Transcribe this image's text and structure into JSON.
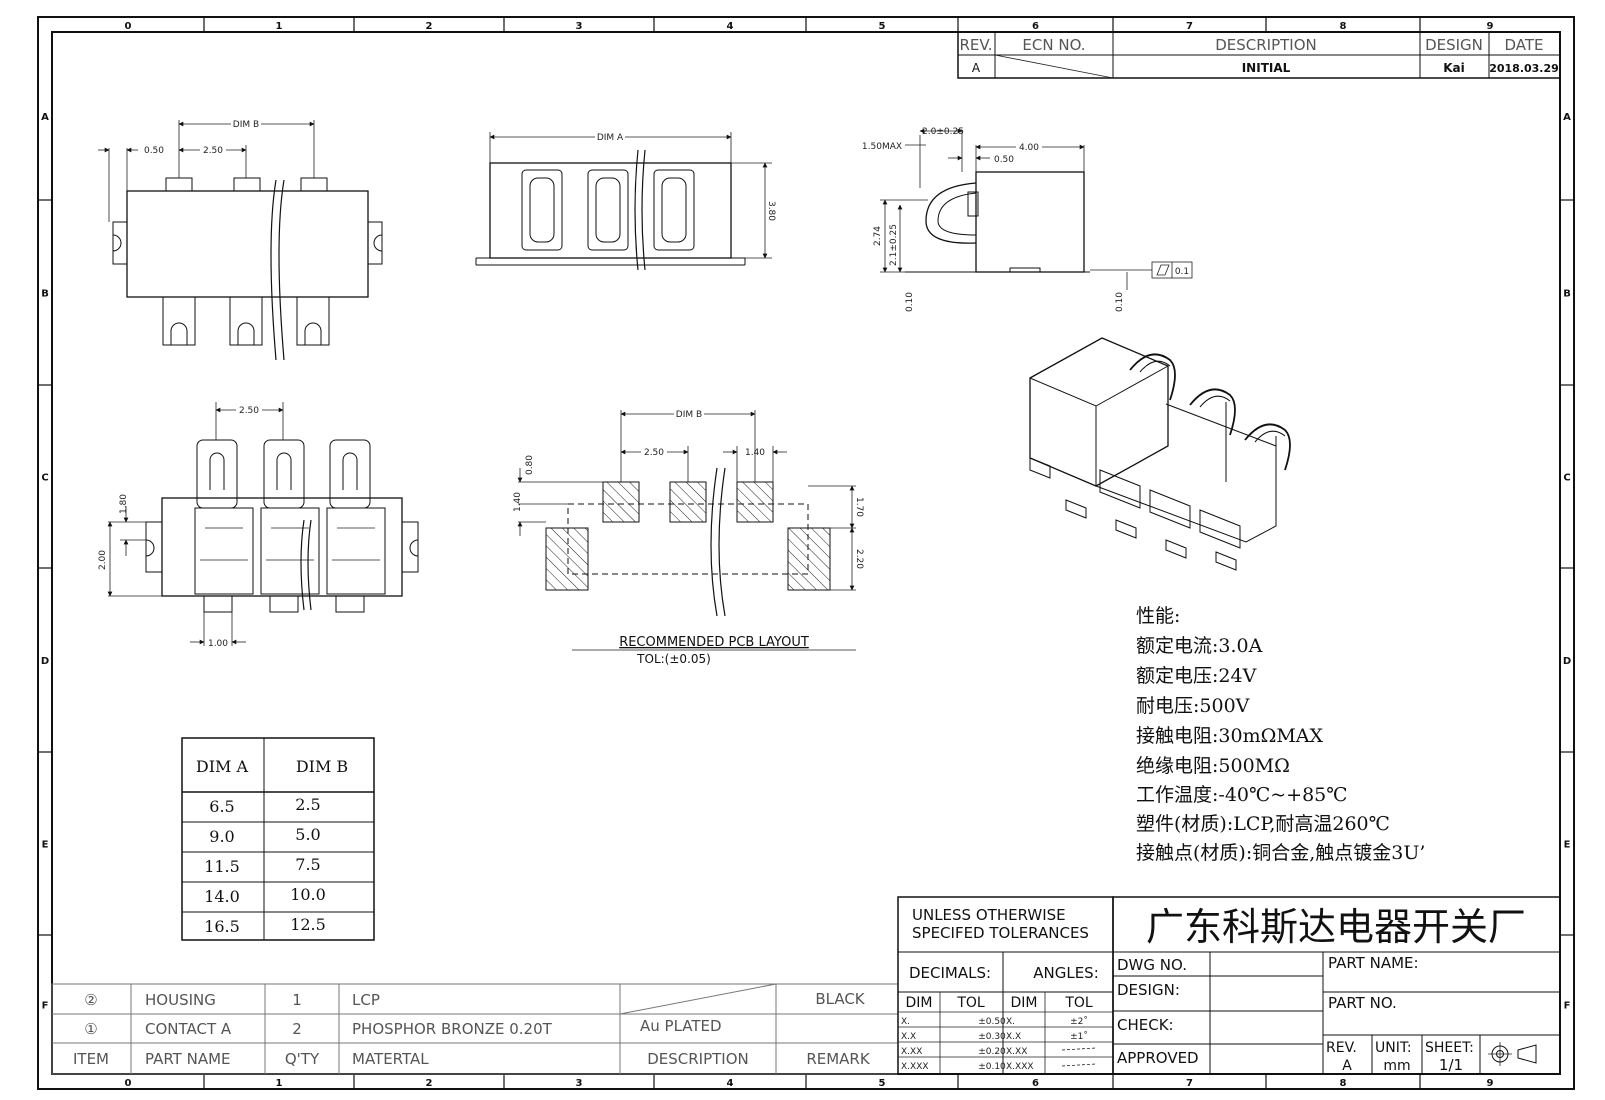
{
  "frame": {
    "col_labels": [
      "0",
      "1",
      "2",
      "3",
      "4",
      "5",
      "6",
      "7",
      "8",
      "9"
    ],
    "row_labels": [
      "A",
      "B",
      "C",
      "D",
      "E",
      "F"
    ]
  },
  "revision": {
    "headers": {
      "rev": "REV.",
      "ecn": "ECN NO.",
      "description": "DESCRIPTION",
      "design": "DESIGN",
      "date": "DATE"
    },
    "row": {
      "rev": "A",
      "description": "INITIAL",
      "design": "Kai",
      "date": "2018.03.29"
    }
  },
  "dims": {
    "dim_a": "DIM A",
    "dim_b": "DIM B",
    "d0_50": "0.50",
    "d2_50": "2.50",
    "d3_80": "3.80",
    "d1_50max": "1.50MAX",
    "d2_0": "2.0±0.25",
    "d4_00": "4.00",
    "d2_74": "2.74",
    "d2_1": "2.1±0.25",
    "d0_10": "0.10",
    "flat": "0.1",
    "d1_80": "1.80",
    "d2_00": "2.00",
    "d1_00": "1.00",
    "d0_80": "0.80",
    "d1_40": "1.40",
    "d1_70": "1.70",
    "d2_20": "2.20"
  },
  "pcb": {
    "title": "RECOMMENDED PCB LAYOUT",
    "tolerance": "TOL:(±0.05)"
  },
  "dim_table": {
    "headers": [
      "DIM A",
      "DIM B"
    ],
    "rows": [
      [
        "6.5",
        "2.5"
      ],
      [
        "9.0",
        "5.0"
      ],
      [
        "11.5",
        "7.5"
      ],
      [
        "14.0",
        "10.0"
      ],
      [
        "16.5",
        "12.5"
      ]
    ]
  },
  "specs": {
    "title": "性能:",
    "lines": [
      "额定电流:3.0A",
      "额定电压:24V",
      "耐电压:500V",
      "接触电阻:30mΩMAX",
      "绝缘电阻:500MΩ",
      "工作温度:-40℃~+85℃",
      "塑件(材质):LCP,耐高温260℃",
      "接触点(材质):铜合金,触点镀金3U’"
    ]
  },
  "bom": {
    "rows": [
      {
        "item": "②",
        "name": "HOUSING",
        "qty": "1",
        "material": "LCP",
        "description": "",
        "remark": "BLACK"
      },
      {
        "item": "①",
        "name": "CONTACT A",
        "qty": "2",
        "material": "PHOSPHOR BRONZE 0.20T",
        "description": "Au PLATED",
        "remark": ""
      }
    ],
    "headers": {
      "item": "ITEM",
      "name": "PART NAME",
      "qty": "Q'TY",
      "material": "MATERTAL",
      "description": "DESCRIPTION",
      "remark": "REMARK"
    }
  },
  "tolerances": {
    "heading_1": "UNLESS OTHERWISE",
    "heading_2": "SPECIFED TOLERANCES",
    "decimals": "DECIMALS:",
    "angles": "ANGLES:",
    "dim": "DIM",
    "tol": "TOL",
    "decimal_rows": [
      [
        "X.",
        "±0.50"
      ],
      [
        "X.X",
        "±0.30"
      ],
      [
        "X.XX",
        "±0.20"
      ],
      [
        "X.XXX",
        "±0.10"
      ]
    ],
    "angle_rows": [
      [
        "X.",
        "±2˚"
      ],
      [
        "X.X",
        "±1˚"
      ],
      [
        "X.XX",
        ""
      ],
      [
        "X.XXX",
        ""
      ]
    ]
  },
  "title_block": {
    "company": "广东科斯达电器开关厂",
    "dwg_no": "DWG NO.",
    "design": "DESIGN:",
    "check": "CHECK:",
    "approved": "APPROVED",
    "part_name": "PART NAME:",
    "part_no": "PART NO.",
    "rev_label": "REV.",
    "rev_value": "A",
    "unit_label": "UNIT:",
    "unit_value": "mm",
    "sheet_label": "SHEET:",
    "sheet_value": "1/1"
  }
}
